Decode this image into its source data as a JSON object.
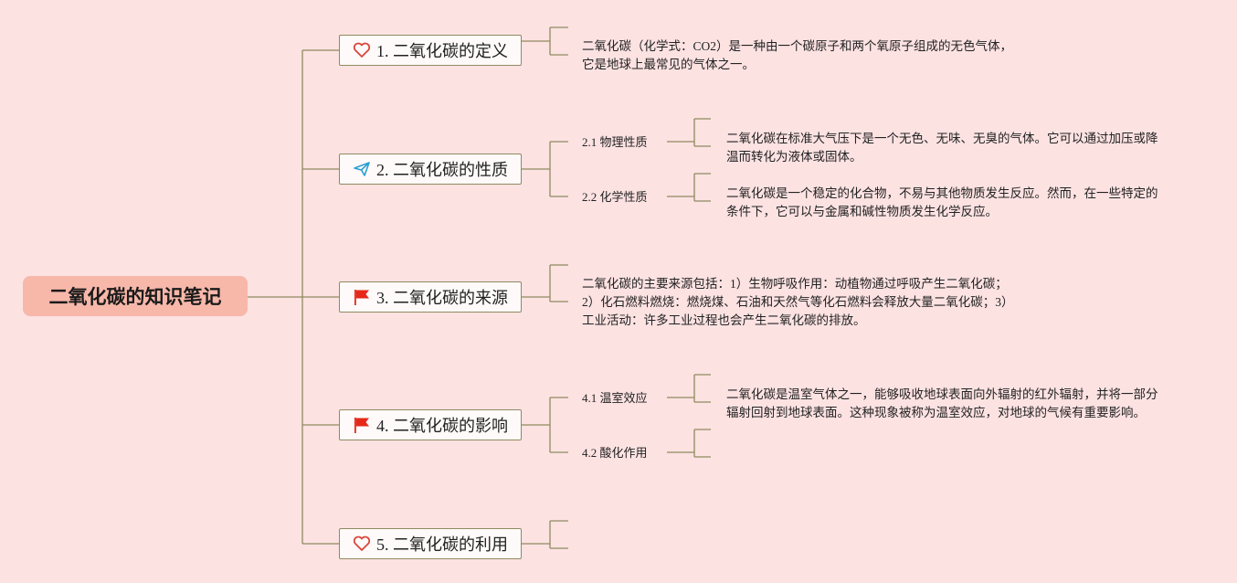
{
  "root": {
    "title": "二氧化碳的知识笔记"
  },
  "topics": [
    {
      "label": "1. 二氧化碳的定义",
      "icon": "heart-icon"
    },
    {
      "label": "2. 二氧化碳的性质",
      "icon": "paper-plane-icon"
    },
    {
      "label": "3. 二氧化碳的来源",
      "icon": "red-flag-icon"
    },
    {
      "label": "4. 二氧化碳的影响",
      "icon": "red-flag-icon"
    },
    {
      "label": "5. 二氧化碳的利用",
      "icon": "heart-icon"
    }
  ],
  "notes": {
    "definition": [
      "二氧化碳（化学式：CO2）是一种由一个碳原子和两个氧原子组成的无色气体，",
      "它是地球上最常见的气体之一。"
    ],
    "physical": [
      "二氧化碳在标准大气压下是一个无色、无味、无臭的气体。它可以通过加压或降",
      "温而转化为液体或固体。"
    ],
    "chemical": [
      "二氧化碳是一个稳定的化合物，不易与其他物质发生反应。然而，在一些特定的",
      "条件下，它可以与金属和碱性物质发生化学反应。"
    ],
    "sources": [
      "二氧化碳的主要来源包括：1）生物呼吸作用：动植物通过呼吸产生二氧化碳；",
      "2）化石燃料燃烧：燃烧煤、石油和天然气等化石燃料会释放大量二氧化碳；3）",
      "工业活动：许多工业过程也会产生二氧化碳的排放。"
    ],
    "greenhouse": [
      "二氧化碳是温室气体之一，能够吸收地球表面向外辐射的红外辐射，并将一部分",
      "辐射回射到地球表面。这种现象被称为温室效应，对地球的气候有重要影响。"
    ]
  },
  "subtopics": {
    "physical": "2.1 物理性质",
    "chemical": "2.2 化学性质",
    "greenhouse": "4.1 温室效应",
    "acidification": "4.2 酸化作用"
  },
  "colors": {
    "background": "#fde2e2",
    "root_fill": "#f7b8aa",
    "line": "#8f8a60",
    "heart": "#d9463b",
    "flag": "#e5281a",
    "plane": "#2a9fd0"
  }
}
